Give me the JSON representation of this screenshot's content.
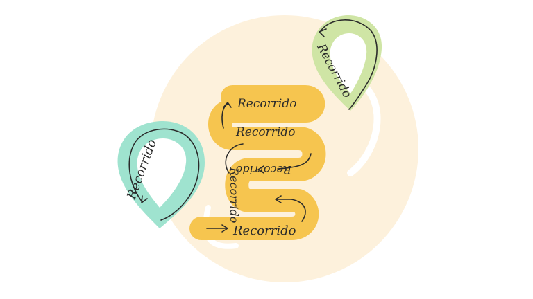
{
  "labels": {
    "green_pin": "Recorrido",
    "teal_pin": "Recorrido",
    "path_1": "Recorrido",
    "path_2": "Recorrido",
    "path_3": "Recorrido",
    "path_4": "Recorrido",
    "path_5": "Recorrido"
  },
  "icons": {
    "green_pin": "location-pin-icon",
    "teal_pin": "location-pin-icon",
    "route": "winding-route-icon"
  },
  "colors": {
    "background_circle": "#fdf1dc",
    "route": "#f6c54f",
    "teal_pin": "#9fe3cf",
    "green_pin": "#cfe5a5",
    "line": "#2b2b2b"
  }
}
